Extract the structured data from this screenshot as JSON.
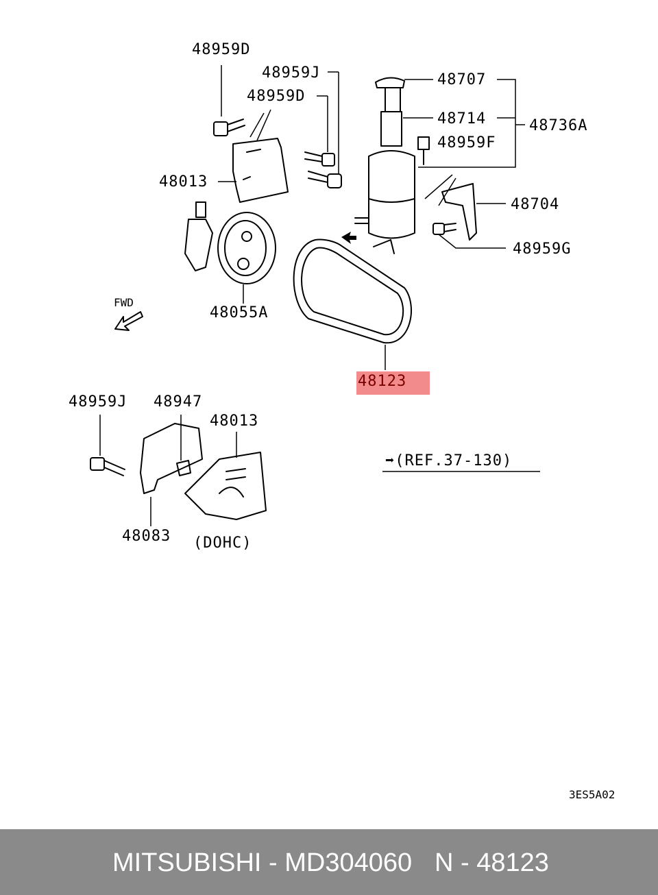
{
  "diagram": {
    "labels": {
      "l_48959D_top": "48959D",
      "l_48959J_top": "48959J",
      "l_48959D_mid": "48959D",
      "l_48013_top": "48013",
      "l_48707": "48707",
      "l_48714": "48714",
      "l_48736A": "48736A",
      "l_48959F": "48959F",
      "l_48704": "48704",
      "l_48959G": "48959G",
      "l_48055A": "48055A",
      "l_fwd": "FWD",
      "l_48123": "48123",
      "l_48959J_bot": "48959J",
      "l_48947": "48947",
      "l_48013_bot": "48013",
      "l_48083": "48083",
      "l_dohc": "(DOHC)",
      "l_ref": "➡(REF.37-130)",
      "l_code": "3ES5A02"
    },
    "highlight_color": "#f28b8b"
  },
  "footer": {
    "brand": "MITSUBISHI - MD304060",
    "part": "N - 48123",
    "background": "#8a8a8a"
  }
}
